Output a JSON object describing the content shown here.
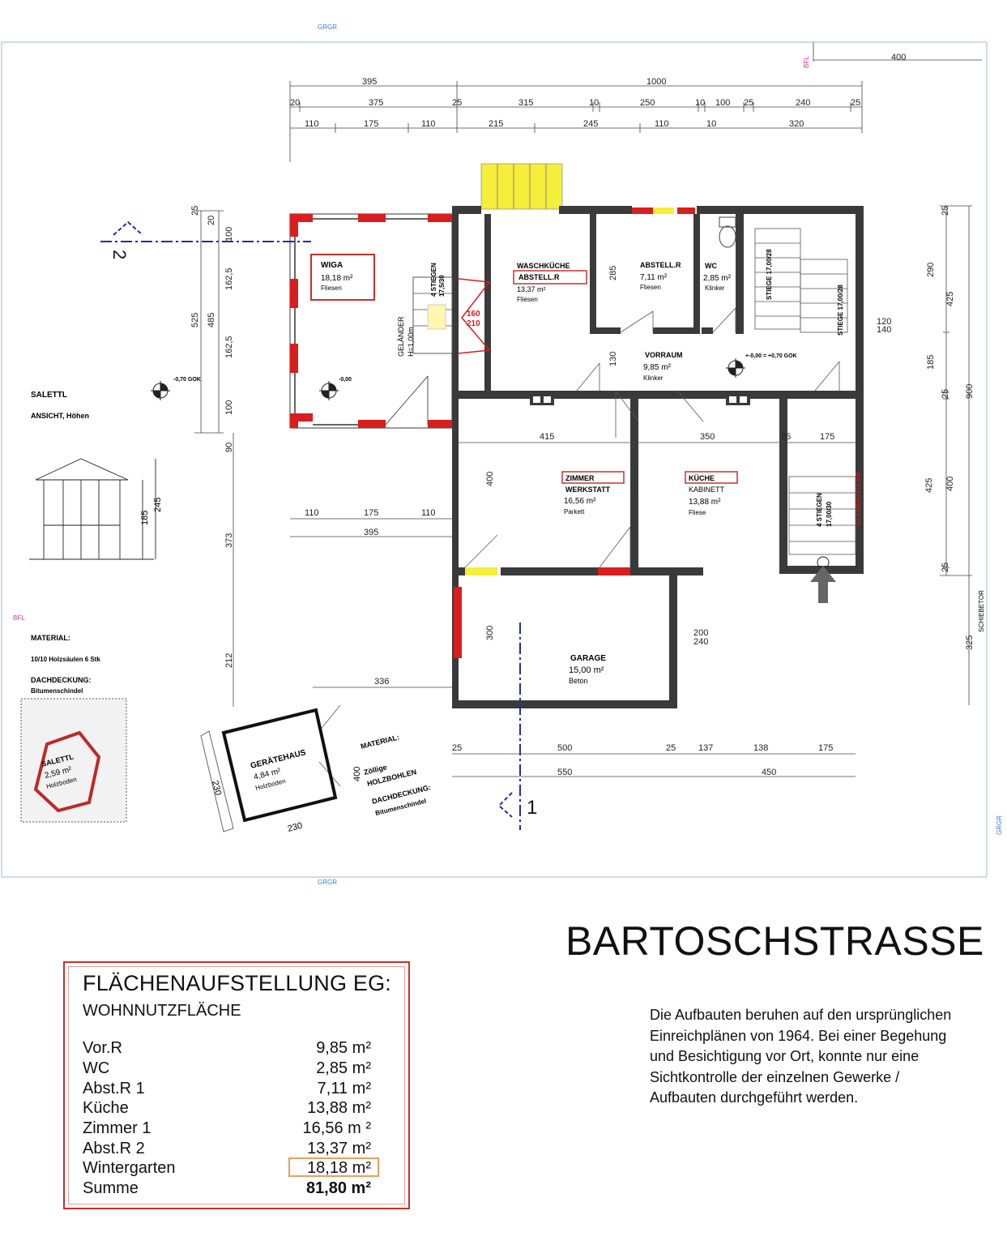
{
  "plan": {
    "grgr": "GRGR",
    "bfl": "BFL",
    "rooms": {
      "wiga": {
        "name": "WIGA",
        "area": "18,18 m²",
        "floor": "Fliesen"
      },
      "waschkueche": {
        "name": "WASCHKÜCHE",
        "name2": "ABSTELL.R",
        "area": "13,37 m²",
        "floor": "Fliesen"
      },
      "abstell": {
        "name": "ABSTELL.R",
        "area": "7,11 m²",
        "floor": "Fliesen"
      },
      "wc": {
        "name": "WC",
        "area": "2,85 m²",
        "floor": "Klinker"
      },
      "vorraum": {
        "name": "VORRAUM",
        "area": "9,85 m²",
        "floor": "Klinker"
      },
      "zimmer": {
        "name": "ZIMMER",
        "name2": "WERKSTATT",
        "area": "16,56 m²",
        "floor": "Parkett"
      },
      "kueche": {
        "name": "KÜCHE",
        "name2": "KABINETT",
        "area": "13,88 m²",
        "floor": "Fliese"
      },
      "garage": {
        "name": "GARAGE",
        "area": "15,00 m²",
        "floor": "Beton"
      },
      "geraetehaus": {
        "name": "GERÄTEHAUS",
        "area": "4,84 m²",
        "floor": "Holzboden"
      },
      "salettl": {
        "name": "SALETTL",
        "area": "2,59 m²",
        "floor": "Holzboden"
      }
    },
    "labels": {
      "salettl_heading": "SALETTL",
      "salettl_sub": "ANSICHT, Höhen",
      "material": "MATERIAL:",
      "material_val": "10/10 Holzsäulen 6 Stk",
      "dachdeckung": "DACHDECKUNG:",
      "dachdeckung_val": "Bitumenschindel",
      "gh_material": "MATERIAL:",
      "gh_material_val1": "Zöllige",
      "gh_material_val2": "HOLZBOHLEN",
      "gh_dach": "DACHDECKUNG:",
      "gh_dach_val": "Bitumenschindel",
      "stiege_top": "STIEGE 17,00/28",
      "stiege_right": "STIEGE 17,00/28",
      "stiegen4_a": "4 STIEGEN",
      "stiegen4_a2": "17,5/30",
      "stiegen4_b": "4 STIEGEN",
      "stiegen4_b2": "17,00/30",
      "gelaender": "GELÄNDER",
      "gelaender2": "H=1,00m",
      "glasbausteine": "GLASBAUSTEINE",
      "schiebetor": "SCHIEBETOR",
      "level_minus070": "-0,70 GOK",
      "level_000": "-0,00",
      "level_vorraum": "+-0,00 = +0,70 GOK",
      "section1": "1",
      "section2": "2"
    },
    "dims": {
      "d400top": "400",
      "d395": "395",
      "d1000": "1000",
      "d20": "20",
      "d375": "375",
      "d25a": "25",
      "d315": "315",
      "d10a": "10",
      "d250": "250",
      "d10b": "10",
      "d100": "100",
      "d25b": "25",
      "d240": "240",
      "d25c": "25",
      "d110a": "110",
      "d175a": "175",
      "d110b": "110",
      "d215": "215",
      "d245": "245",
      "d110c": "110",
      "d10c": "10",
      "d320": "320",
      "d415": "415",
      "d350": "350",
      "d25d": "25",
      "d175b": "175",
      "d110d": "110",
      "d175c": "175",
      "d110e": "110",
      "d395b": "395",
      "d336": "336",
      "d500": "500",
      "d25e": "25",
      "d137": "137",
      "d138": "138",
      "d175d": "175",
      "d550": "550",
      "d450": "450",
      "d230a": "230",
      "d230b": "230",
      "d400gh": "400",
      "d120": "120",
      "d140": "140",
      "d200": "200",
      "d240b": "240",
      "d290": "290",
      "d425a": "425",
      "d185": "185",
      "d900": "900",
      "d425b": "425",
      "d400r": "400",
      "d325": "325",
      "d25r1": "25",
      "d25r2": "25",
      "d25r3": "25",
      "d525": "525",
      "d485": "485",
      "d162a": "162,5",
      "d162b": "162,5",
      "d100l": "100",
      "d100l2": "100",
      "d20l": "20",
      "d25l": "25",
      "d90l": "90",
      "d373": "373",
      "d212": "212",
      "d285": "285",
      "d130": "130",
      "d400z": "400",
      "d300": "300",
      "d185s": "185",
      "d245s": "245"
    }
  },
  "area_table": {
    "title": "FLÄCHENAUFSTELLUNG EG:",
    "subtitle": "WOHNNUTZFLÄCHE",
    "rows": [
      {
        "label": "Vor.R",
        "value": "9,85 m²"
      },
      {
        "label": "WC",
        "value": "2,85 m²"
      },
      {
        "label": "Abst.R 1",
        "value": "7,11 m²"
      },
      {
        "label": "Küche",
        "value": "13,88 m²"
      },
      {
        "label": "Zimmer 1",
        "value": "16,56 m ²"
      },
      {
        "label": "Abst.R 2",
        "value": "13,37 m²"
      },
      {
        "label": "Wintergarten",
        "value": "18,18 m²"
      },
      {
        "label": "Summe",
        "value": "81,80 m²"
      }
    ]
  },
  "street": "BARTOSCHSTRASSE",
  "note": "Die Aufbauten beruhen auf den ursprünglichen Einreichplänen von 1964. Bei einer Begehung und Besichtigung vor Ort, konnte nur eine Sichtkontrolle der einzelnen Gewerke / Aufbauten durchgeführt werden.",
  "colors": {
    "wall": "#3a3a3a",
    "accent_red": "#d81e1e",
    "stair_yellow": "#f5ee3a",
    "section_blue": "#1f2fa0",
    "grgr_blue": "#3a7fd0",
    "bfl_magenta": "#d0309a"
  }
}
